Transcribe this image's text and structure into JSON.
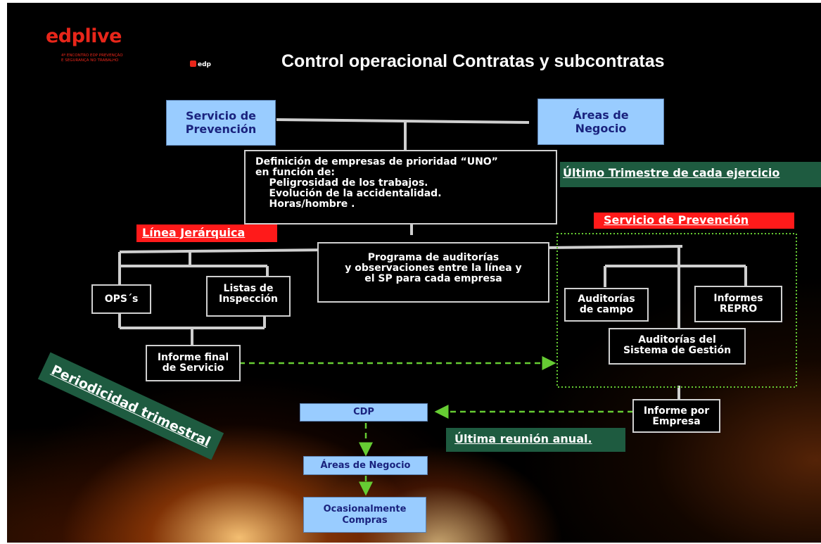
{
  "title": "Control operacional Contratas y subcontratas",
  "logo": {
    "wordmark": "edplive",
    "subtitle": "4º ENCONTRO EDP PREVENÇÃO\nE SEGURANÇA NO TRABALHO",
    "brand": "edp"
  },
  "colors": {
    "background": "#000000",
    "blue_box": "#99ccff",
    "red_tag": "#ff1a1a",
    "green_tag": "#1e5b40",
    "dotted_frame": "#66cc33",
    "arrow": "#66cc33"
  },
  "nodes": {
    "servicio_prevencion": "Servicio de\nPrevención",
    "areas_negocio": "Áreas de\nNegocio",
    "definicion": "Definición de empresas de prioridad “UNO”\nen función de:\n    Peligrosidad de los trabajos.\n    Evolución de la accidentalidad.\n    Horas/hombre .",
    "programa": "Programa de auditorías\ny observaciones entre la línea y\nel SP para cada empresa",
    "ops": "OPS´s",
    "listas": "Listas de\nInspección",
    "informe_final": "Informe final\nde Servicio",
    "auditorias_campo": "Auditorías\nde campo",
    "informes_repro": "Informes\nREPRO",
    "auditorias_sistema": "Auditorías del\nSistema de Gestión",
    "informe_empresa": "Informe por\nEmpresa",
    "cdp": "CDP",
    "areas_negocio_2": "Áreas de Negocio",
    "compras": "Ocasionalmente\nCompras"
  },
  "tags": {
    "ultimo_trimestre": "Último Trimestre de cada ejercicio",
    "linea_jerarquica": "Línea Jerárquica",
    "servicio_prevencion_tag": "Servicio de Prevención",
    "ultima_reunion": "Última reunión anual.",
    "periodicidad": "Periodicidad trimestral"
  }
}
